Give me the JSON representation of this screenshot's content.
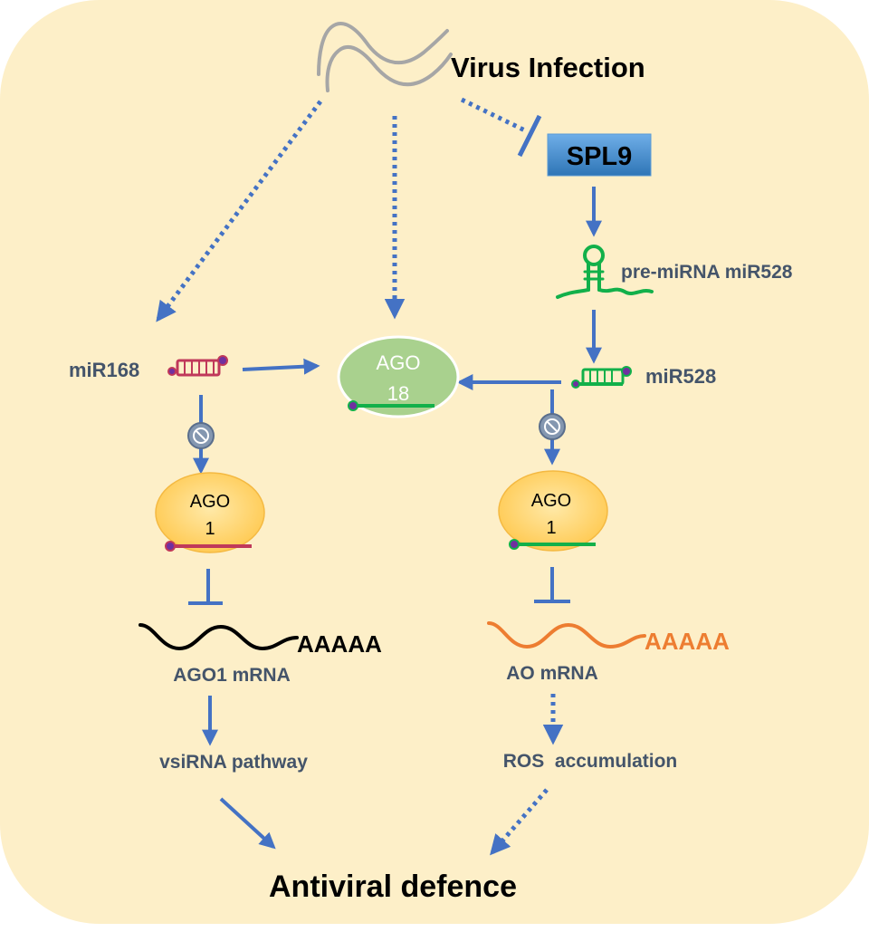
{
  "colors": {
    "cell_bg": "#FDEFC8",
    "arrow": "#4472C4",
    "label": "#44546A",
    "mir168": "#C0385A",
    "mir528": "#12B04A",
    "ago18": "#A9D18E",
    "ago1": "#FFD66B",
    "ao_mrna": "#ED7D31",
    "spl9": "#4A90D9"
  },
  "icons": [
    "virus-icon",
    "spl9-box",
    "hairpin-icon",
    "duplex-icon",
    "no-sign-icon",
    "mrna-wave-icon"
  ],
  "nodes": {
    "virus": "Virus Infection",
    "spl9": "SPL9",
    "pre_mirna": "pre-miRNA miR528",
    "mir168": "miR168",
    "mir528": "miR528",
    "ago18": {
      "line1": "AGO",
      "line2": "18"
    },
    "ago1_left": {
      "line1": "AGO",
      "line2": "1"
    },
    "ago1_right": {
      "line1": "AGO",
      "line2": "1"
    },
    "ago1_mrna": {
      "polyA": "AAAAA",
      "label": "AGO1 mRNA"
    },
    "ao_mrna": {
      "polyA": "AAAAA",
      "label": "AO mRNA"
    },
    "vsirna": "vsiRNA pathway",
    "ros": "ROS  accumulation",
    "defence": "Antiviral defence"
  }
}
